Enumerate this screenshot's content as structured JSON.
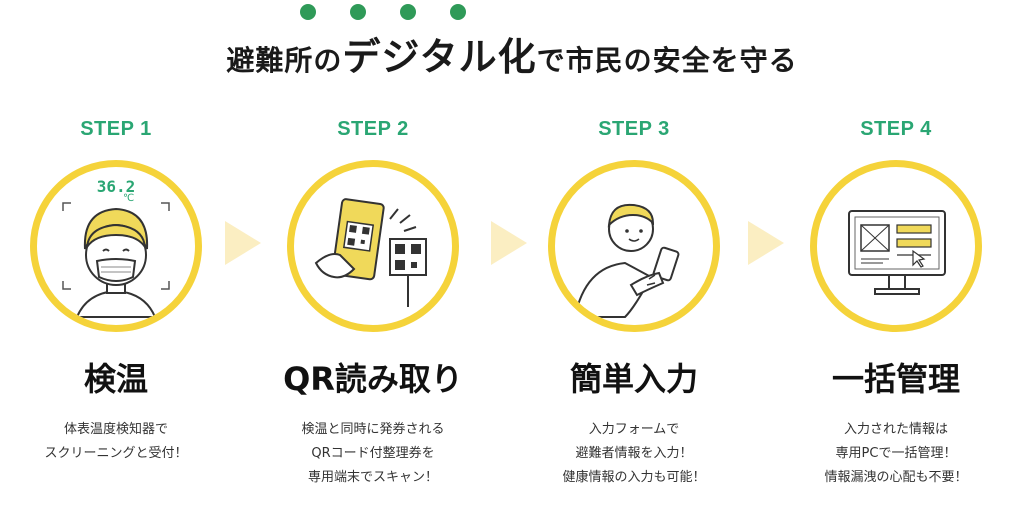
{
  "header": {
    "title_part1": "避難所の",
    "title_emphasis": "デジタル化",
    "title_part2": "で市民の安全を守る"
  },
  "colors": {
    "accent_green": "#2aa673",
    "ring_yellow": "#f5d33a",
    "arrow_yellow": "#fbeec2",
    "dot_green": "#2f9a58"
  },
  "steps": [
    {
      "label": "STEP 1",
      "title": "検温",
      "temperature": "36.2",
      "temperature_unit": "℃",
      "icon": "face-temperature-scan-icon",
      "desc": [
        "体表温度検知器で",
        "スクリーニングと受付！"
      ]
    },
    {
      "label": "STEP 2",
      "title": "QR読み取り",
      "icon": "qr-code-scan-icon",
      "desc": [
        "検温と同時に発券される",
        "QRコード付整理券を",
        "専用端末でスキャン！"
      ]
    },
    {
      "label": "STEP 3",
      "title": "簡単入力",
      "icon": "smartphone-input-icon",
      "desc": [
        "入力フォームで",
        "避難者情報を入力！",
        "健康情報の入力も可能！"
      ]
    },
    {
      "label": "STEP 4",
      "title": "一括管理",
      "icon": "monitor-dashboard-icon",
      "desc": [
        "入力された情報は",
        "専用PCで一括管理！",
        "情報漏洩の心配も不要！"
      ]
    }
  ]
}
